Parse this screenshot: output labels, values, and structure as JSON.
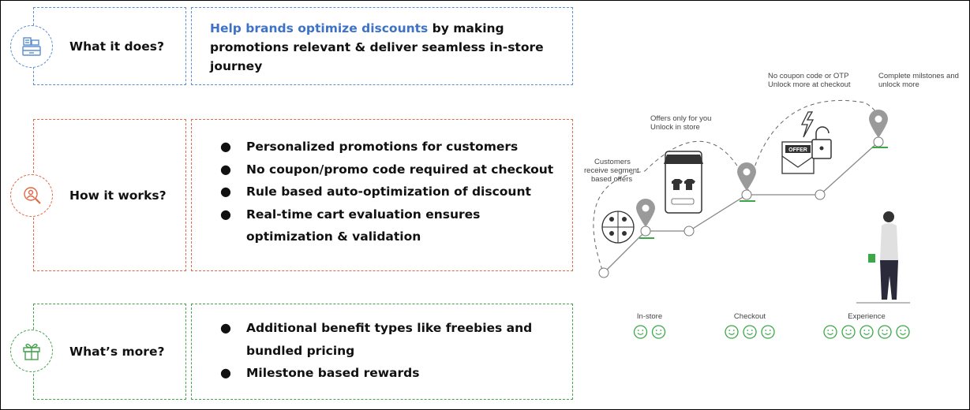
{
  "rows": [
    {
      "label": "What it does?",
      "icon": "cash-register-icon",
      "color": "#5b8fd0",
      "text_highlight": "Help brands optimize discounts",
      "text_rest": " by making promotions relevant & deliver seamless in-store journey"
    },
    {
      "label": "How it works?",
      "icon": "user-search-icon",
      "color": "#e06a45",
      "bullets": [
        "Personalized promotions for customers",
        "No coupon/promo code required at checkout",
        "Rule based auto-optimization of discount",
        "Real-time cart evaluation ensures optimization & validation"
      ]
    },
    {
      "label": "What’s more?",
      "icon": "gift-icon",
      "color": "#45a24f",
      "bullets": [
        "Additional benefit types like freebies and bundled pricing",
        "Milestone based rewards"
      ]
    }
  ],
  "illustration": {
    "callouts": {
      "segment_1": "Customers",
      "segment_2": "receive segment",
      "segment_3": "based offers",
      "store_1": "Offers only for you",
      "store_2": "Unlock in store",
      "coupon_1": "No coupon code or OTP",
      "coupon_2": "Unlock more at checkout",
      "milestone_1": "Complete milstones and",
      "milestone_2": "unlock more",
      "offer_sign": "OFFER"
    },
    "stages": [
      {
        "name": "In-store",
        "smileys": 2
      },
      {
        "name": "Checkout",
        "smileys": 3
      },
      {
        "name": "Experience",
        "smileys": 5
      }
    ],
    "smiley_color": "#3aa847",
    "pin_color": "#9a9a9a"
  }
}
